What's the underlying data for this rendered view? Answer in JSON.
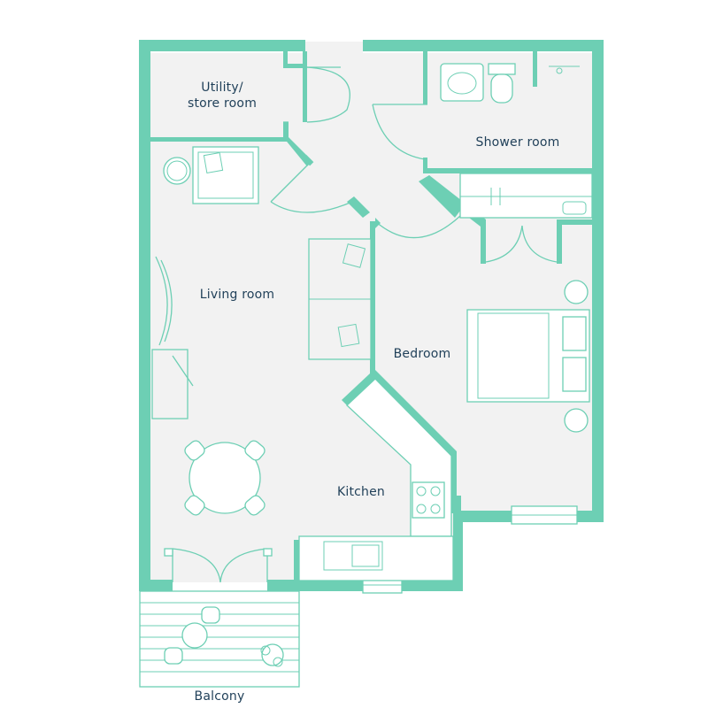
{
  "rooms": {
    "utility": "Utility/\nstore room",
    "shower": "Shower room",
    "living": "Living room",
    "bedroom": "Bedroom",
    "kitchen": "Kitchen",
    "balcony": "Balcony"
  },
  "colors": {
    "wall": "#6dcfb4",
    "floor": "#f2f2f2",
    "text": "#1f3f58"
  }
}
